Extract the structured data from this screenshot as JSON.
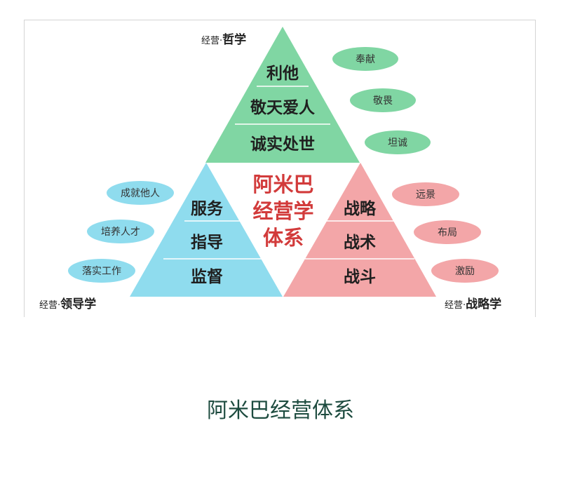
{
  "diagram": {
    "top_label_small": "经营·",
    "top_label_big": "哲学",
    "left_label_small": "经营·",
    "left_label_big": "领导学",
    "right_label_small": "经营·",
    "right_label_big": "战略学",
    "top_rows": [
      "利他",
      "敬天爱人",
      "诚实处世"
    ],
    "left_rows": [
      "服务",
      "指导",
      "监督"
    ],
    "right_rows": [
      "战略",
      "战术",
      "战斗"
    ],
    "center_lines": [
      "阿米巴",
      "经营学",
      "体系"
    ],
    "top_bubbles": [
      "奉献",
      "敬畏",
      "坦诚"
    ],
    "left_bubbles": [
      "成就他人",
      "培养人才",
      "落实工作"
    ],
    "right_bubbles": [
      "远景",
      "布局",
      "激励"
    ],
    "colors": {
      "top": "#80d6a3",
      "left": "#8fdcee",
      "right": "#f3a6a8",
      "center_text": "#d23b3b",
      "caption": "#1d4b3f"
    }
  },
  "caption": "阿米巴经营体系"
}
